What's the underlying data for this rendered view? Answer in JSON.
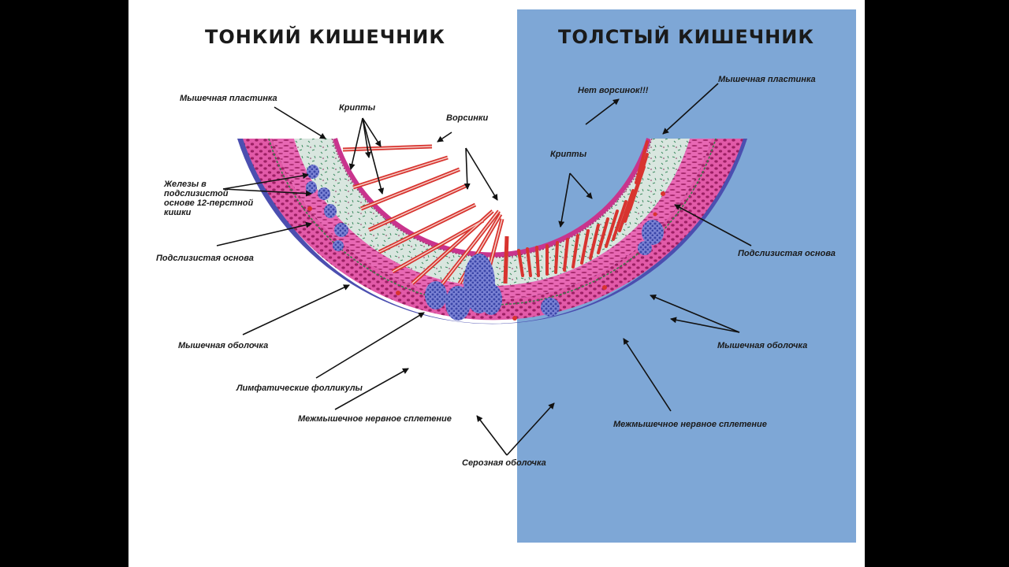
{
  "titles": {
    "small_intestine": "ТОНКИЙ КИШЕЧНИК",
    "large_intestine": "ТОЛСТЫЙ КИШЕЧНИК"
  },
  "labels": {
    "muscular_plate_left": "Мышечная пластинка",
    "crypts_left": "Крипты",
    "villi": "Ворсинки",
    "glands": [
      "Железы в",
      "подслизистой",
      "основе 12-перстной",
      "кишки"
    ],
    "submucosa_left": "Подслизистая основа",
    "muscular_coat_left": "Мышечная оболочка",
    "lymph_follicles": "Лимфатические фолликулы",
    "intermuscular_plexus_left": "Межмышечное нервное сплетение",
    "serosa": "Серозная оболочка",
    "no_villi": "Нет ворсинок!!!",
    "muscular_plate_right": "Мышечная пластинка",
    "crypts_right": "Крипты",
    "submucosa_right": "Подслизистая основа",
    "muscular_coat_right": "Мышечная оболочка",
    "intermuscular_plexus_right": "Межмышечное нервное сплетение"
  },
  "colors": {
    "slide_background": "#ffffff",
    "large_intestine_panel": "#7ea7d6",
    "serosa": "#4b4fb0",
    "muscularis_outer": "#e25aa8",
    "muscularis_inner": "#d84c9e",
    "submucosa": "#d9e6df",
    "mucosa_villi": "#d8342f",
    "lymph_follicle": "#5662c4"
  }
}
